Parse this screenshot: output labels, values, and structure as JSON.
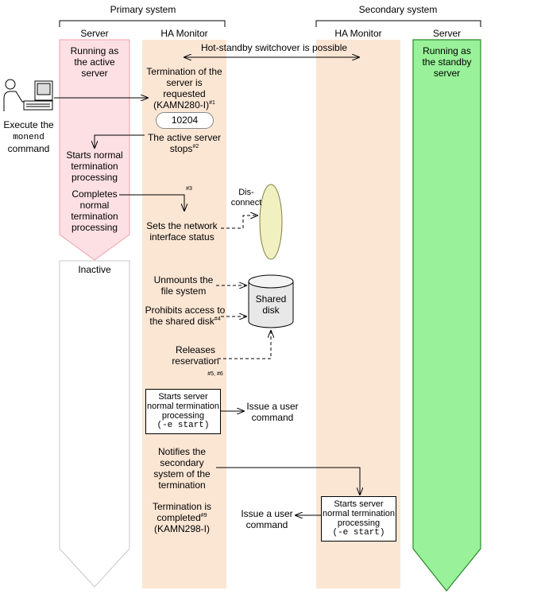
{
  "headers": {
    "primary": "Primary system",
    "secondary": "Secondary system",
    "col_server_primary": "Server",
    "col_ha_primary": "HA Monitor",
    "col_ha_secondary": "HA Monitor",
    "col_server_secondary": "Server"
  },
  "status": {
    "primary_active": "Running as\nthe active\nserver",
    "primary_inactive": "Inactive",
    "secondary_standby": "Running as\nthe standby\nserver",
    "hot_standby": "Hot-standby switchover is possible"
  },
  "operator": {
    "execute_1": "Execute the",
    "execute_cmd": "monend",
    "execute_2": "command"
  },
  "steps": {
    "termination_requested_1": "Termination of the",
    "termination_requested_2": "server is",
    "termination_requested_3": "requested",
    "termination_requested_4": "(KAMN280-I)",
    "termination_requested_note": "#1",
    "code": "10204",
    "server_stops_1": "The active server",
    "server_stops_2": "stops",
    "server_stops_note": "#2",
    "starts_normal": "Starts normal\ntermination\nprocessing",
    "completes_normal": "Completes\nnormal\ntermination\nprocessing",
    "note3": "#3",
    "network_status": "Sets the network\ninterface status",
    "disconnect": "Dis-\nconnect",
    "unmounts": "Unmounts the\nfile system",
    "shared_disk": "Shared\ndisk",
    "prohibits_1": "Prohibits access to",
    "prohibits_2": "the shared disk",
    "prohibits_note": "#4",
    "releases_1": "Releases",
    "releases_2": "reservation",
    "releases_note": "#5, #6",
    "start_proc_1": "Starts server",
    "start_proc_2": "normal termination",
    "start_proc_3": "processing",
    "start_proc_cmd": "(-e start)",
    "issue_user_cmd_1": "Issue a user\ncommand",
    "notifies": "Notifies the\nsecondary\nsystem of the\ntermination",
    "completed_1": "Termination is",
    "completed_2": "completed",
    "completed_note": "#9",
    "completed_3": "(KAMN298-I)",
    "issue_user_cmd_2": "Issue a user\ncommand",
    "sec_proc_1": "Starts server",
    "sec_proc_2": "normal termination",
    "sec_proc_3": "processing",
    "sec_proc_cmd": "(-e start)"
  },
  "colors": {
    "active_server": "#fde0e4",
    "ha_monitor": "#fbe6d4",
    "standby_server": "#99f299",
    "inactive": "#ffffff",
    "network_ellipse": "#f0f0c0",
    "disk": "#e8e8e8"
  }
}
